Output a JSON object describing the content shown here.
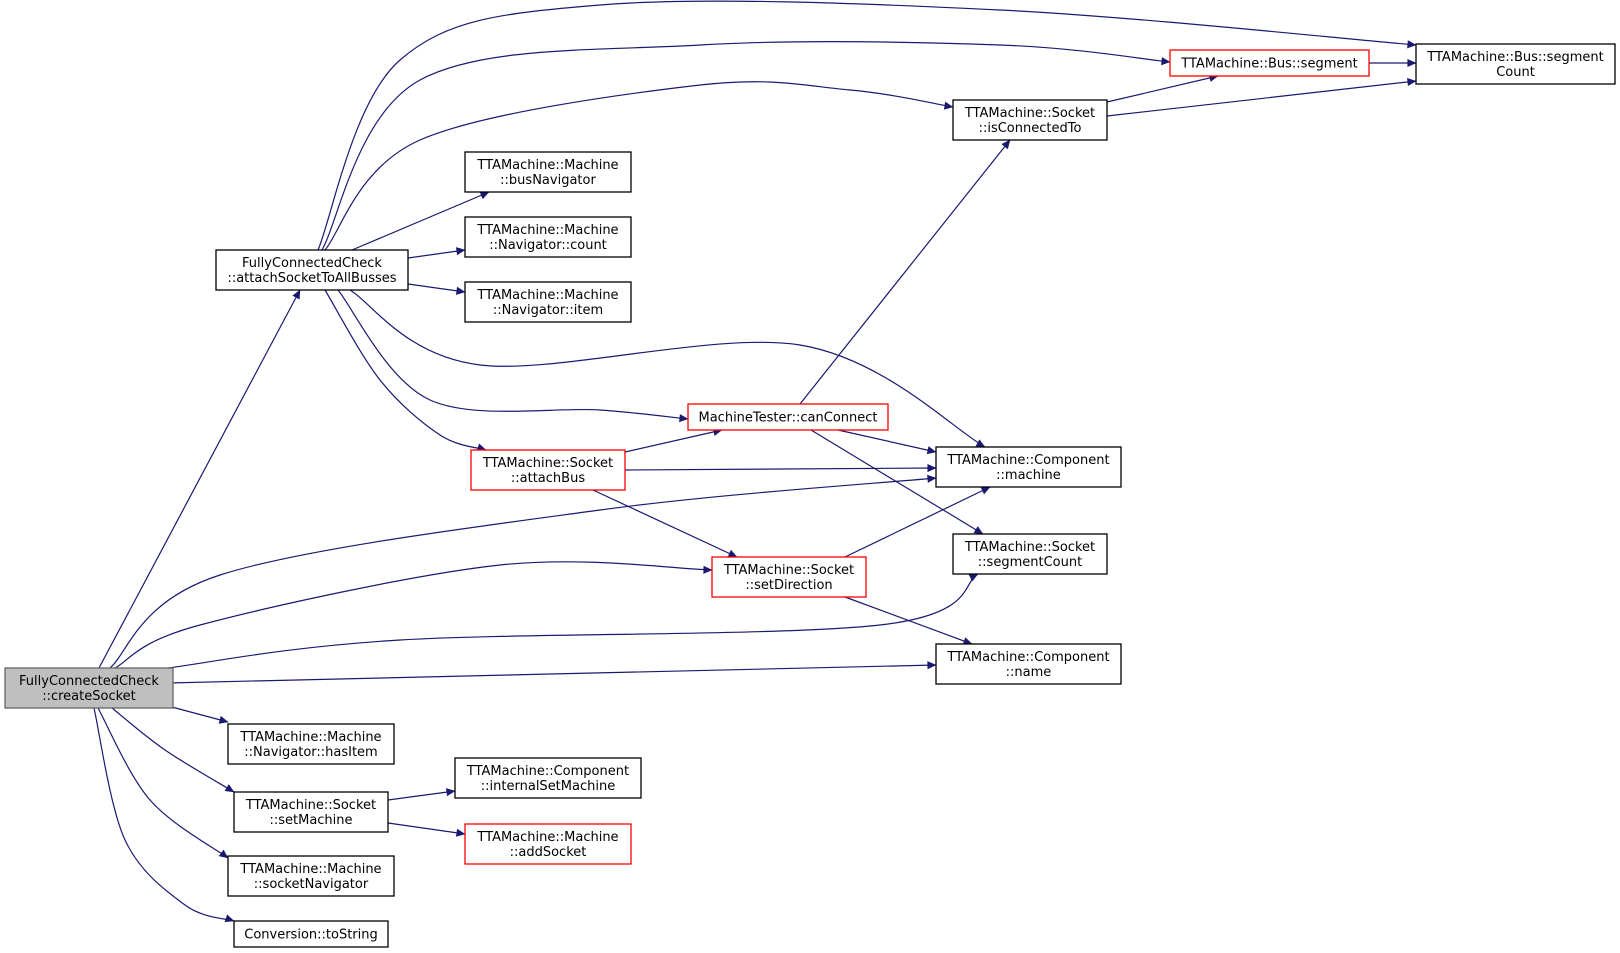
{
  "colors": {
    "edge": "#191970",
    "node_border": "#000000",
    "node_border_truncated": "#ff0000",
    "node_fill": "#ffffff",
    "root_fill": "#bfbfbf",
    "root_border": "#666666"
  },
  "nodes": {
    "create_socket": {
      "lines": [
        "FullyConnectedCheck",
        "::createSocket"
      ],
      "style": "root"
    },
    "attach_all": {
      "lines": [
        "FullyConnectedCheck",
        "::attachSocketToAllBusses"
      ],
      "style": "normal"
    },
    "bus_navigator": {
      "lines": [
        "TTAMachine::Machine",
        "::busNavigator"
      ],
      "style": "normal"
    },
    "nav_count": {
      "lines": [
        "TTAMachine::Machine",
        "::Navigator::count"
      ],
      "style": "normal"
    },
    "nav_item": {
      "lines": [
        "TTAMachine::Machine",
        "::Navigator::item"
      ],
      "style": "normal"
    },
    "attach_bus": {
      "lines": [
        "TTAMachine::Socket",
        "::attachBus"
      ],
      "style": "truncated"
    },
    "can_connect": {
      "lines": [
        "MachineTester::canConnect"
      ],
      "style": "truncated"
    },
    "set_direction": {
      "lines": [
        "TTAMachine::Socket",
        "::setDirection"
      ],
      "style": "truncated"
    },
    "is_connected_to": {
      "lines": [
        "TTAMachine::Socket",
        "::isConnectedTo"
      ],
      "style": "normal"
    },
    "bus_segment": {
      "lines": [
        "TTAMachine::Bus::segment"
      ],
      "style": "truncated"
    },
    "segment_count_bus": {
      "lines": [
        "TTAMachine::Bus::segment",
        "Count"
      ],
      "style": "normal"
    },
    "comp_machine": {
      "lines": [
        "TTAMachine::Component",
        "::machine"
      ],
      "style": "normal"
    },
    "socket_segment_count": {
      "lines": [
        "TTAMachine::Socket",
        "::segmentCount"
      ],
      "style": "normal"
    },
    "comp_name": {
      "lines": [
        "TTAMachine::Component",
        "::name"
      ],
      "style": "normal"
    },
    "has_item": {
      "lines": [
        "TTAMachine::Machine",
        "::Navigator::hasItem"
      ],
      "style": "normal"
    },
    "set_machine": {
      "lines": [
        "TTAMachine::Socket",
        "::setMachine"
      ],
      "style": "normal"
    },
    "internal_set_machine": {
      "lines": [
        "TTAMachine::Component",
        "::internalSetMachine"
      ],
      "style": "normal"
    },
    "add_socket": {
      "lines": [
        "TTAMachine::Machine",
        "::addSocket"
      ],
      "style": "truncated"
    },
    "socket_navigator": {
      "lines": [
        "TTAMachine::Machine",
        "::socketNavigator"
      ],
      "style": "normal"
    },
    "to_string": {
      "lines": [
        "Conversion::toString"
      ],
      "style": "normal"
    }
  },
  "edges": [
    [
      "create_socket",
      "attach_all"
    ],
    [
      "create_socket",
      "comp_machine"
    ],
    [
      "create_socket",
      "set_direction"
    ],
    [
      "create_socket",
      "socket_segment_count"
    ],
    [
      "create_socket",
      "comp_name"
    ],
    [
      "create_socket",
      "has_item"
    ],
    [
      "create_socket",
      "set_machine"
    ],
    [
      "create_socket",
      "socket_navigator"
    ],
    [
      "create_socket",
      "to_string"
    ],
    [
      "attach_all",
      "segment_count_bus"
    ],
    [
      "attach_all",
      "bus_segment"
    ],
    [
      "attach_all",
      "is_connected_to"
    ],
    [
      "attach_all",
      "bus_navigator"
    ],
    [
      "attach_all",
      "nav_count"
    ],
    [
      "attach_all",
      "nav_item"
    ],
    [
      "attach_all",
      "comp_machine"
    ],
    [
      "attach_all",
      "can_connect"
    ],
    [
      "attach_all",
      "attach_bus"
    ],
    [
      "attach_bus",
      "can_connect"
    ],
    [
      "attach_bus",
      "comp_machine"
    ],
    [
      "attach_bus",
      "set_direction"
    ],
    [
      "can_connect",
      "is_connected_to"
    ],
    [
      "can_connect",
      "comp_machine"
    ],
    [
      "can_connect",
      "socket_segment_count"
    ],
    [
      "set_direction",
      "comp_machine"
    ],
    [
      "set_direction",
      "comp_name"
    ],
    [
      "is_connected_to",
      "bus_segment"
    ],
    [
      "is_connected_to",
      "segment_count_bus"
    ],
    [
      "bus_segment",
      "segment_count_bus"
    ],
    [
      "set_machine",
      "internal_set_machine"
    ],
    [
      "set_machine",
      "add_socket"
    ]
  ]
}
